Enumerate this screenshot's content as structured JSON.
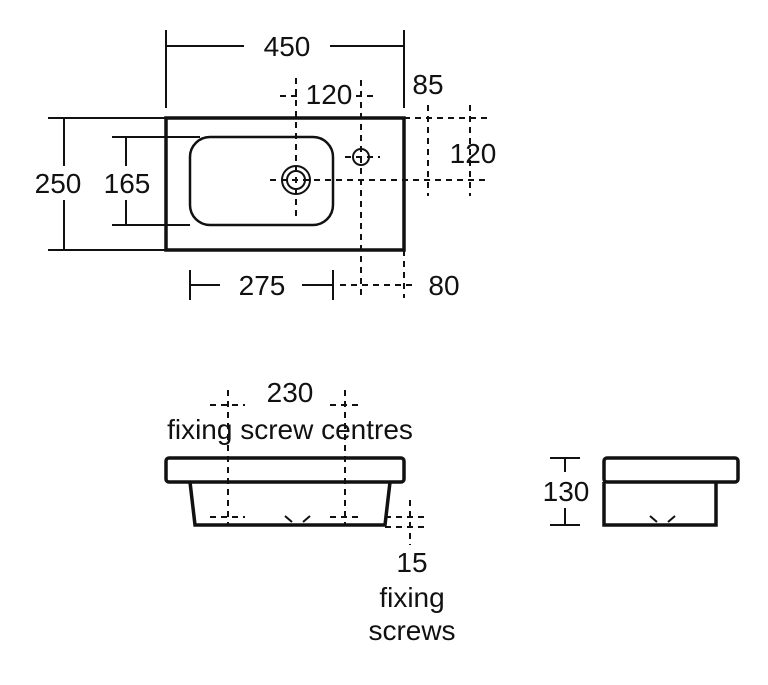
{
  "plan_view": {
    "overall_width": "450",
    "tap_hole_offset": "120",
    "edge_offset_top": "85",
    "side_offset": "120",
    "overall_depth": "250",
    "bowl_depth": "165",
    "bowl_length": "275",
    "edge_offset_bottom": "80"
  },
  "front_view": {
    "screw_spacing": "230",
    "screw_spacing_label": "fixing screw centres",
    "screw_size": "15",
    "screw_label_line1": "fixing",
    "screw_label_line2": "screws"
  },
  "side_view": {
    "height": "130"
  },
  "colors": {
    "line": "#111111",
    "background": "#ffffff"
  }
}
